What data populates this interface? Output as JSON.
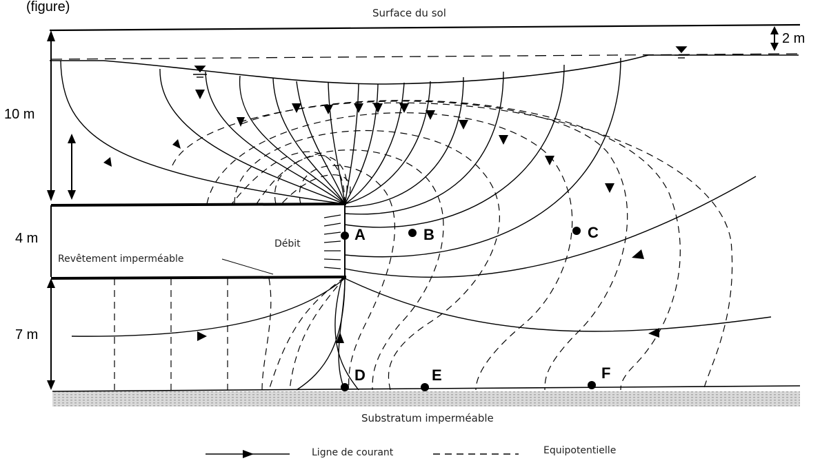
{
  "header_fragment": "(figure)",
  "labels": {
    "surface": "Surface du sol",
    "depth_2m": "2 m",
    "depth_10m": "10 m",
    "depth_4m": "4 m",
    "depth_7m": "7 m",
    "debit": "Débit",
    "lining": "Revêtement imperméable",
    "substratum": "Substratum imperméable"
  },
  "points": [
    {
      "id": "A",
      "label": "A"
    },
    {
      "id": "B",
      "label": "B"
    },
    {
      "id": "C",
      "label": "C"
    },
    {
      "id": "D",
      "label": "D"
    },
    {
      "id": "E",
      "label": "E"
    },
    {
      "id": "F",
      "label": "F"
    }
  ],
  "legend": {
    "streamline": "Ligne de courant",
    "equipotential": "Equipotentielle"
  },
  "colors": {
    "ink": "#000000",
    "substratum_shade": "#bdbdbd"
  }
}
